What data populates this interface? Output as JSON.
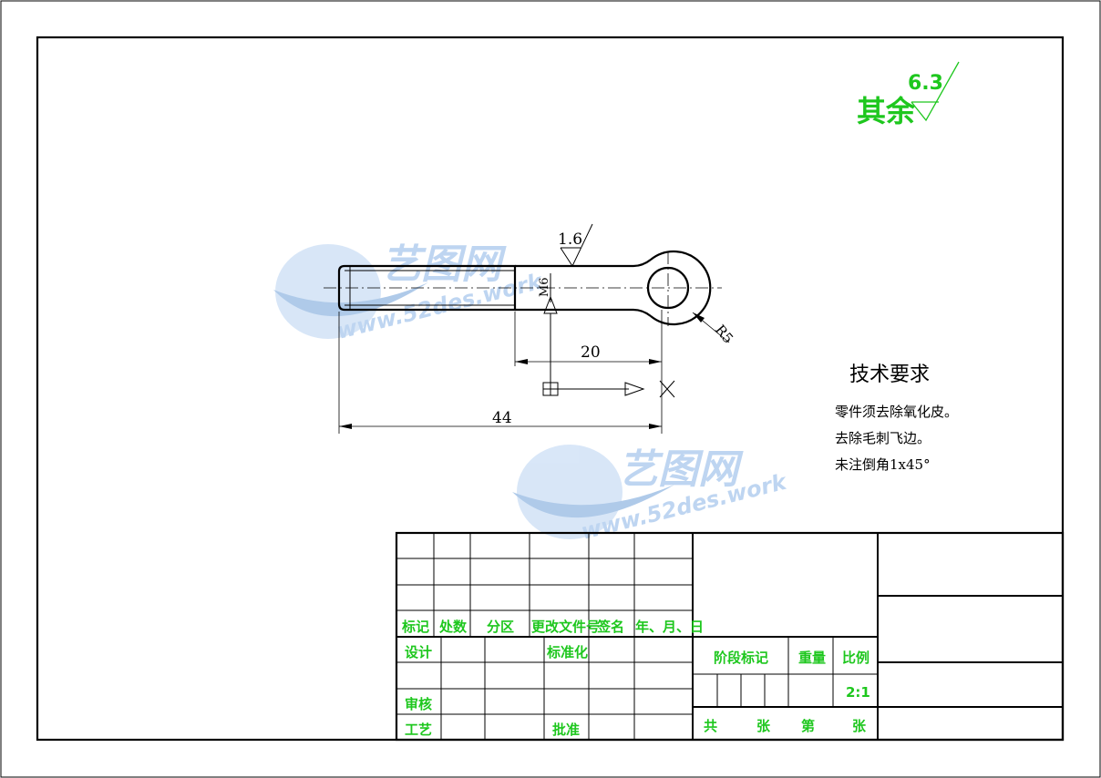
{
  "drawing": {
    "roughness_label": "其余",
    "roughness_value": "6.3",
    "local_roughness_value": "1.6",
    "thread_label": "M6",
    "dim_20": "20",
    "dim_44": "44",
    "radius_label": "R5"
  },
  "tech_req": {
    "title": "技术要求",
    "lines": [
      "零件须去除氧化皮。",
      "去除毛刺飞边。",
      "未注倒角1x45°"
    ]
  },
  "watermark": {
    "brand": "艺图网",
    "url": "www.52des.work"
  },
  "title_block": {
    "headers": [
      "标记",
      "处数",
      "分区",
      "更改文件号",
      "签名",
      "年、月、日"
    ],
    "design": "设计",
    "standardize": "标准化",
    "review": "审核",
    "process": "工艺",
    "approve": "批准",
    "stage_mark": "阶段标记",
    "weight": "重量",
    "scale": "比例",
    "scale_value": "2:1",
    "sheets": [
      "共",
      "张",
      "第",
      "张"
    ]
  },
  "colors": {
    "label_green": "#1ec71e",
    "watermark_blue": "#8ab4e6"
  }
}
